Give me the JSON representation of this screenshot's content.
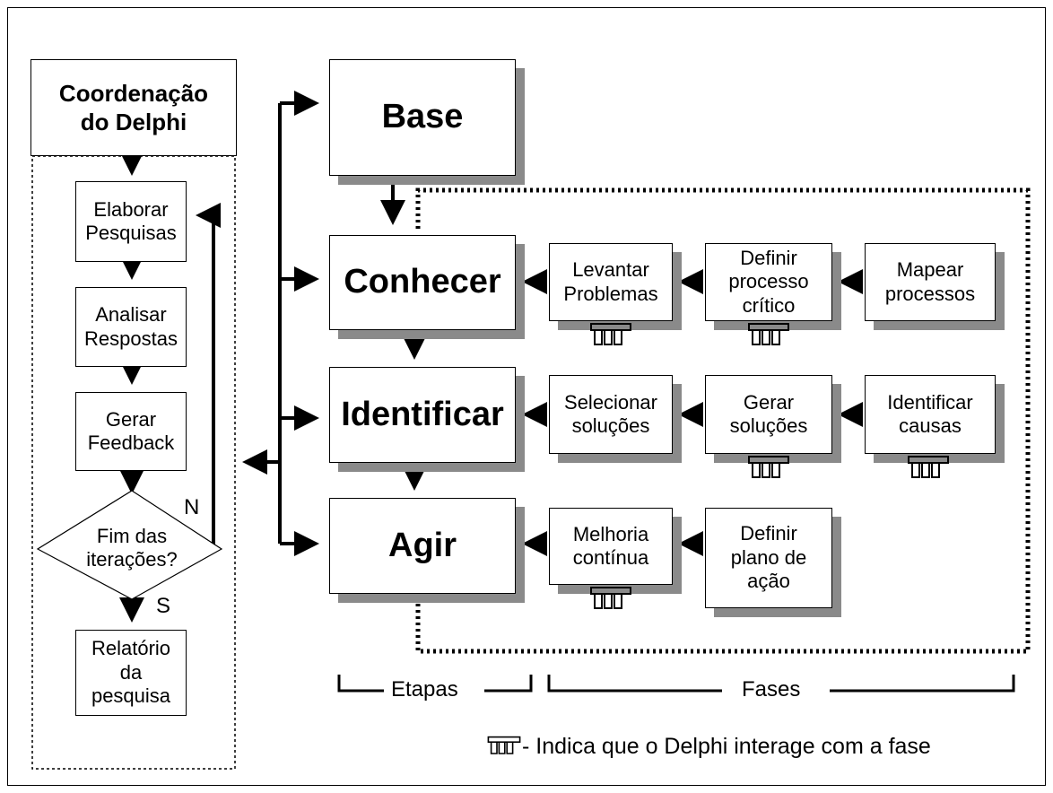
{
  "coordination": {
    "title": "Coordenação\ndo Delphi",
    "steps": [
      "Elaborar\nPesquisas",
      "Analisar\nRespostas",
      "Gerar\nFeedback",
      "Relatório\nda\npesquisa"
    ],
    "decision": "Fim das\niterações?",
    "no_label": "N",
    "yes_label": "S"
  },
  "stages": [
    "Base",
    "Conhecer",
    "Identificar",
    "Agir"
  ],
  "phases": {
    "conhecer": [
      "Levantar\nProblemas",
      "Definir\nprocesso\ncrítico",
      "Mapear\nprocessos"
    ],
    "identificar": [
      "Selecionar\nsoluções",
      "Gerar\nsoluções",
      "Identificar\ncausas"
    ],
    "agir": [
      "Melhoria\ncontínua",
      "Definir\nplano de\nação"
    ]
  },
  "legend": {
    "etapas": "Etapas",
    "fases": "Fases",
    "delphi_note": "- Indica que o Delphi interage com a fase"
  },
  "icons": [
    "delphi-interaction-icon"
  ]
}
